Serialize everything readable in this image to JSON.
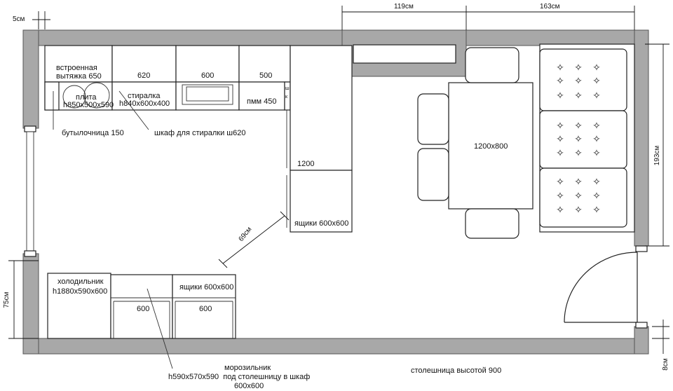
{
  "dimensions": {
    "wall_gap": "5см",
    "window_width": "119см",
    "sofa_zone_width": "163см",
    "sofa_zone_height": "193см",
    "left_window_height": "75см",
    "door_offset": "8см",
    "passage_width": "69см"
  },
  "top_cabinets": {
    "hood": [
      "встроенная",
      "вытяжка 650"
    ],
    "cab_620": "620",
    "cab_600": "600",
    "cab_500": "500",
    "hob": [
      "плита",
      "h850x500x590"
    ],
    "washer": [
      "стиралка",
      "h840x600x400"
    ],
    "dishwasher": "пмм 450",
    "bottle_cabinet": "бутылочница 150",
    "washer_cabinet": "шкаф для стиралки ш620",
    "side_small": [
      "ш",
      "к"
    ]
  },
  "right_run": {
    "counter": "1200",
    "drawers": "ящики 600x600"
  },
  "bottom_run": {
    "fridge": [
      "холодильник",
      "h1880x590x600"
    ],
    "drawers": "ящики 600x600",
    "cab_600_a": "600",
    "cab_600_b": "600",
    "freezer": [
      "морозильник",
      "h590x570x590  под столешницу в шкаф",
      "600x600"
    ]
  },
  "dining": {
    "table": "1200x800"
  },
  "notes": {
    "countertop": "столешница высотой 900"
  }
}
